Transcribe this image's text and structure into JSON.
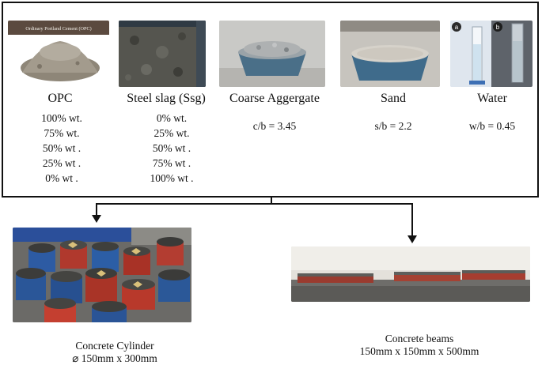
{
  "materials": [
    {
      "name": "OPC",
      "photo_banner": "Ordinary Portland Cement (OPC)",
      "values": [
        "100% wt.",
        "75% wt.",
        "50% wt .",
        "25% wt .",
        "0% wt ."
      ]
    },
    {
      "name": "Steel slag (Ssg)",
      "values": [
        "0% wt.",
        "25% wt.",
        "50% wt .",
        "75% wt .",
        "100% wt ."
      ]
    },
    {
      "name": "Coarse Aggergate",
      "ratio": "c/b = 3.45"
    },
    {
      "name": "Sand",
      "ratio": "s/b = 2.2"
    },
    {
      "name": "Water",
      "ratio": "w/b = 0.45",
      "photo_tags": [
        "a",
        "b"
      ]
    }
  ],
  "outputs": [
    {
      "title": "Concrete Cylinder",
      "dims": "⌀ 150mm x 300mm"
    },
    {
      "title": "Concrete beams",
      "dims": "150mm x 150mm x 500mm"
    }
  ]
}
